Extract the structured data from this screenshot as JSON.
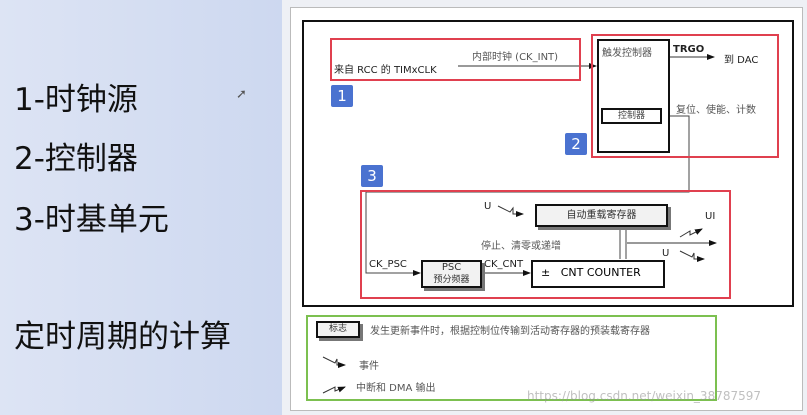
{
  "slide": {
    "items": [
      "1-时钟源",
      "2-控制器",
      "3-时基单元",
      "定时周期的计算"
    ]
  },
  "diagram": {
    "clock_source": "来自 RCC 的 TIMxCLK",
    "internal_clock": "内部时钟 (CK_INT)",
    "badges": [
      "1",
      "2",
      "3"
    ],
    "trigger_controller": "触发控制器",
    "trgo": "TRGO",
    "to_dac": "到 DAC",
    "controller": "控制器",
    "reset_enable_count": "复位、使能、计数",
    "u_label": "U",
    "ui_label": "UI",
    "auto_reload": "自动重载寄存器",
    "stop_clear": "停止、清零或递增",
    "ck_psc": "CK_PSC",
    "ck_cnt": "CK_CNT",
    "psc": "PSC",
    "psc_sub": "预分频器",
    "cnt": "±   CNT COUNTER"
  },
  "legend": {
    "flag": "标志",
    "flag_desc": "发生更新事件时，根据控制位传输到活动寄存器的预装载寄存器",
    "event": "事件",
    "interrupt": "中断和 DMA 输出"
  },
  "watermark": "https://blog.csdn.net/weixin_38787597"
}
